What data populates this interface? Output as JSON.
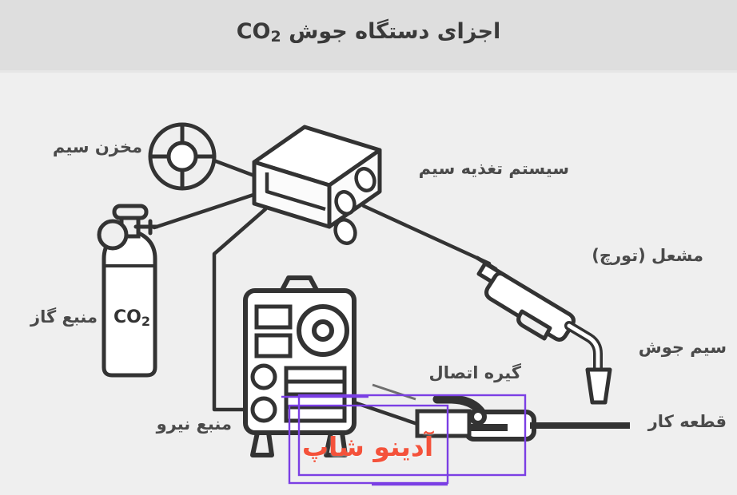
{
  "header": {
    "title_main": "اجزای دستگاه جوش CO",
    "title_sub": "2",
    "title_full": "اجزای دستگاه جوش CO2"
  },
  "labels": {
    "wire_spool": "مخزن سیم",
    "wire_feed_system": "سیستم تغذیه سیم",
    "torch": "مشعل (تورچ)",
    "welding_wire": "سیم جوش",
    "gas_source": "منبع گاز",
    "power_source": "منبع نیرو",
    "ground_clamp": "گیره اتصال",
    "workpiece": "قطعه کار"
  },
  "cylinder": {
    "gas_formula_main": "CO",
    "gas_formula_sub": "2",
    "gas_formula_full": "CO2"
  },
  "watermark": {
    "text": "آدینو شاپ"
  },
  "colors": {
    "header_background": "#dedede",
    "canvas_background": "#efefef",
    "stroke": "#333333",
    "label_text": "#4a4a4a",
    "title_text": "#3a3a3a",
    "watermark_text": "#f4523b",
    "watermark_frame": "#7b3fe4",
    "fill_white": "#ffffff"
  }
}
